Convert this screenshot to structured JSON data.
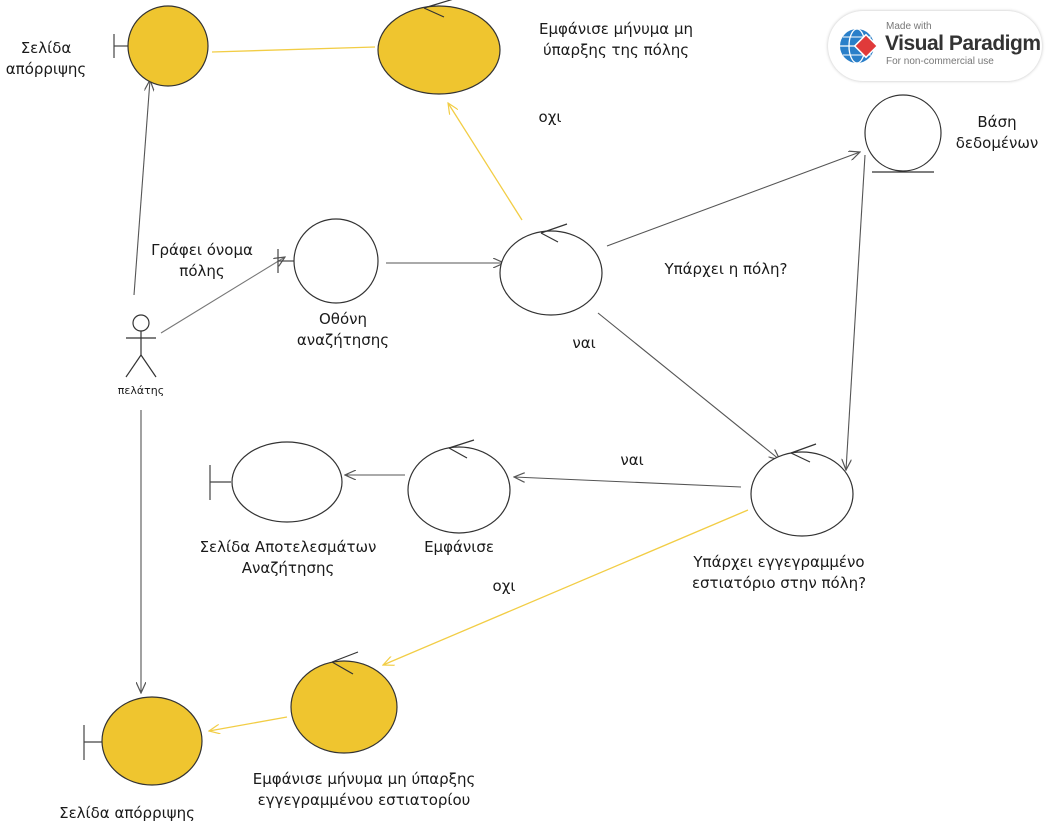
{
  "labels": {
    "reject_top": "Σελίδα\nαπόρριψης",
    "msg_city": "Εμφάνισε μήνυμα μη\nύπαρξης της πόλης",
    "no_top": "οχι",
    "database": "Βάση\nδεδομένων",
    "writes_city": "Γράφει όνομα\nπόλης",
    "city_exists": "Υπάρχει η πόλη?",
    "search_screen": "Οθόνη\nαναζήτησης",
    "yes_mid": "ναι",
    "customer": "πελάτης",
    "yes_right": "ναι",
    "results_page": "Σελίδα Αποτελεσμάτων\nΑναζήτησης",
    "show": "Εμφάνισε",
    "restaurant_exists": "Υπάρχει εγγεγραμμένο\nεστιατόριο στην πόλη?",
    "no_bottom": "οχι",
    "msg_restaurant": "Εμφάνισε μήνυμα μη ύπαρξης\nεγγεγραμμένου εστιατορίου",
    "reject_bottom": "Σελίδα απόρριψης"
  },
  "watermark": {
    "made_with": "Made with",
    "brand": "Visual Paradigm",
    "sub": "For non-commercial use"
  },
  "colors": {
    "highlight_fill": "#efc52f",
    "highlight_line": "#f2cd45",
    "line": "#555555"
  }
}
